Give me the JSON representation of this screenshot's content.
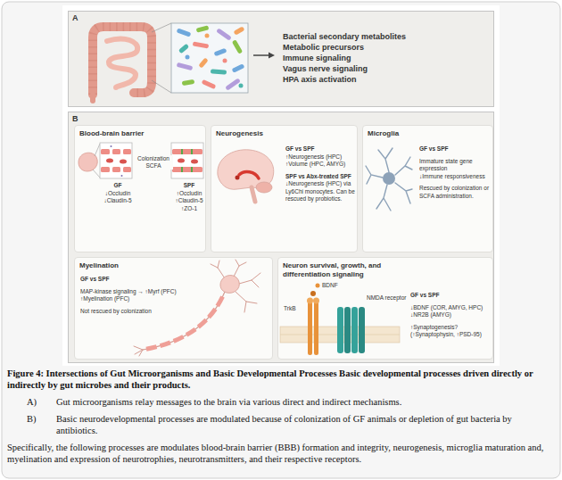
{
  "diagram": {
    "caption": "Figure 4: Intersections of Gut Microorganisms and Basic Developmental Processes Basic developmental processes driven directly or indirectly by gut microbes and their products.",
    "nodes": [
      {
        "text": [
          "A",
          "Bacterial secondary metabolites",
          "Metabolic precursors",
          "Immune signaling",
          "Vagus nerve signaling",
          "HPA axis activation"
        ]
      },
      {
        "text": [
          "B"
        ]
      },
      {
        "text": [
          "Blood-brain barrier"
        ],
        "in": 1
      },
      {
        "text": [
          "GF",
          "↓Occludin",
          "↓Claudin-5"
        ],
        "in": 2
      },
      {
        "text": [
          "SPF",
          "↑Occludin",
          "↑Claudin-5",
          "↑ZO-1"
        ],
        "in": 2
      },
      {
        "text": [
          "Neurogenesis",
          "GF vs SPF",
          "↑Neurogenesis (HPC)",
          "↑Volume (HPC, AMYG)",
          "SPF vs Abx-treated SPF",
          "↓Neurogenesis (HPC) via Ly6Chi monocytes. Can be rescued by probiotics."
        ],
        "in": 1
      },
      {
        "text": [
          "Microglia",
          "GF vs SPF",
          "Immature state gene expression",
          "↓Immune responsiveness",
          "Rescued by colonization or SCFA administration."
        ],
        "in": 1
      },
      {
        "text": [
          "Myelination",
          "GF vs SPF",
          "MAP-kinase signaling → ↑Myrf (PFC)",
          "↑Myelination (PFC)",
          "Not rescued by colonization"
        ],
        "in": 1
      },
      {
        "text": [
          "Neuron survival, growth, and differentiation signaling",
          "GF vs SPF",
          "↓BDNF (COR, AMYG, HPC)",
          "↓NR2B (AMYG)",
          "↑Synaptogenesis?",
          "(↑Synaptophysin, ↑PSD-95)"
        ],
        "in": 1
      }
    ],
    "edges": [
      {
        "from": 3,
        "to": 4,
        "label": "Colonization SCFA",
        "arrow": "to"
      }
    ],
    "labels": [
      "BDNF",
      "TrkB",
      "NMDA receptor",
      "A)",
      "Gut microorganisms relay messages to the brain via various direct and indirect mechanisms.",
      "B)",
      "Basic neurodevelopmental processes are modulated because of colonization of GF animals or depletion of gut bacteria by antibiotics.",
      "Specifically, the following processes are modulates blood-brain barrier (BBB) formation and integrity, neurogenesis, microglia maturation and, myelination and expression of neurotrophies, neurotransmitters, and their respective receptors."
    ]
  }
}
